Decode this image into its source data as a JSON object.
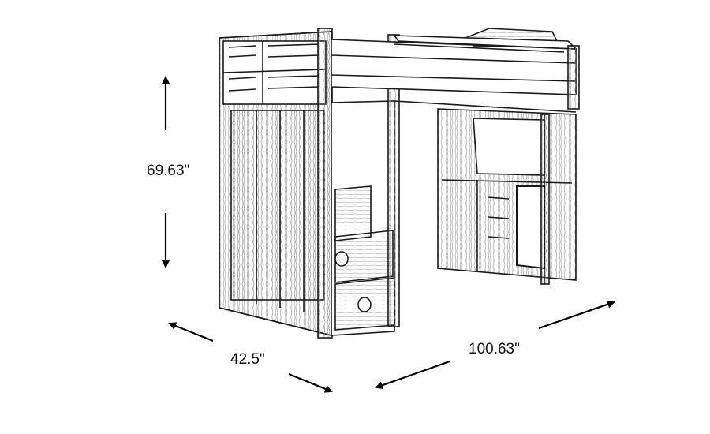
{
  "diagram": {
    "subject": "Loft bed with stair storage and desk/hutch (line drawing)",
    "dimensions": {
      "height": {
        "label": "69.63\"",
        "value": 69.63,
        "unit": "in",
        "orientation": "vertical"
      },
      "depth": {
        "label": "42.5\"",
        "value": 42.5,
        "unit": "in",
        "orientation": "diagonal-left"
      },
      "width": {
        "label": "100.63\"",
        "value": 100.63,
        "unit": "in",
        "orientation": "diagonal-right"
      }
    },
    "colors": {
      "background": "#ffffff",
      "line": "#1a1a1a",
      "wood_shade": "#8a8a8a",
      "arrow": "#000000"
    }
  }
}
